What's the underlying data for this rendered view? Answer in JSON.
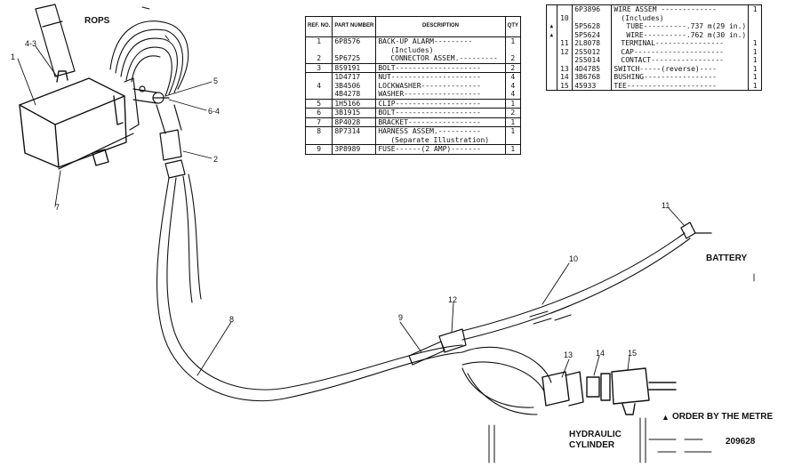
{
  "labels": {
    "rops": "ROPS",
    "battery": "BATTERY",
    "hydraulic": "HYDRAULIC",
    "cylinder": "CYLINDER",
    "order_note": "ORDER BY THE METRE",
    "order_mark": "▲",
    "drawing_no": "209628"
  },
  "callouts": {
    "c1": "1",
    "c4_3": "4-3",
    "c7": "7",
    "c5": "5",
    "c6_4": "6-4",
    "c2": "2",
    "c8": "8",
    "c9": "9",
    "c12": "12",
    "c10": "10",
    "c11": "11",
    "c13": "13",
    "c14": "14",
    "c15": "15"
  },
  "table_left": {
    "headers": {
      "no": "REF. NO.",
      "part": "PART NUMBER",
      "desc": "DESCRIPTION",
      "qty": "QTY"
    },
    "rows": [
      {
        "no": "1",
        "part": "6P8576",
        "desc": "BACK-UP ALARM---------",
        "qty": "1",
        "indent": 0,
        "sep": true
      },
      {
        "no": "",
        "part": "",
        "desc": "(Includes)",
        "qty": "",
        "indent": 2,
        "sep": false
      },
      {
        "no": "2",
        "part": "5P6725",
        "desc": "CONNECTOR ASSEM.---------",
        "qty": "2",
        "indent": 2,
        "sep": false
      },
      {
        "no": "3",
        "part": "8S9191",
        "desc": "BOLT--------------------",
        "qty": "2",
        "indent": 0,
        "sep": true
      },
      {
        "no": "",
        "part": "1D4717",
        "desc": "NUT---------------------",
        "qty": "4",
        "indent": 0,
        "sep": true
      },
      {
        "no": "4",
        "part": "3B4506",
        "desc": "LOCKWASHER--------------",
        "qty": "4",
        "indent": 0,
        "sep": false
      },
      {
        "no": "",
        "part": "4B4278",
        "desc": "WASHER------------------",
        "qty": "4",
        "indent": 0,
        "sep": false
      },
      {
        "no": "5",
        "part": "1H5166",
        "desc": "CLIP--------------------",
        "qty": "1",
        "indent": 0,
        "sep": true
      },
      {
        "no": "6",
        "part": "3B1915",
        "desc": "BOLT--------------------",
        "qty": "2",
        "indent": 0,
        "sep": true
      },
      {
        "no": "7",
        "part": "8P4028",
        "desc": "BRACKET-----------------",
        "qty": "1",
        "indent": 0,
        "sep": true
      },
      {
        "no": "8",
        "part": "8P7314",
        "desc": "HARNESS ASSEM.----------",
        "qty": "1",
        "indent": 0,
        "sep": true
      },
      {
        "no": "",
        "part": "",
        "desc": "(Separate Illustration)",
        "qty": "",
        "indent": 2,
        "sep": false
      },
      {
        "no": "9",
        "part": "3P8989",
        "desc": "FUSE------(2 AMP)-------",
        "qty": "1",
        "indent": 0,
        "sep": true
      }
    ]
  },
  "table_right": {
    "rows": [
      {
        "mark": "",
        "no": "",
        "part": "6P3896",
        "desc": "WIRE ASSEM -------------",
        "qty": "1",
        "indent": 0
      },
      {
        "mark": "",
        "no": "10",
        "part": "",
        "desc": "(Includes)",
        "qty": "",
        "indent": 1
      },
      {
        "mark": "▲",
        "no": "",
        "part": "5P5628",
        "desc": "TUBE----------.737 m(29 in.)",
        "qty": "",
        "indent": 2
      },
      {
        "mark": "▲",
        "no": "",
        "part": "5P5624",
        "desc": "WIRE----------.762 m(30 in.)",
        "qty": "",
        "indent": 2
      },
      {
        "mark": "",
        "no": "11",
        "part": "2L8078",
        "desc": "TERMINAL----------------",
        "qty": "1",
        "indent": 1
      },
      {
        "mark": "",
        "no": "12",
        "part": "2S5012",
        "desc": "CAP---------------------",
        "qty": "1",
        "indent": 1
      },
      {
        "mark": "",
        "no": "",
        "part": "2S5014",
        "desc": "CONTACT-----------------",
        "qty": "1",
        "indent": 1
      },
      {
        "mark": "",
        "no": "13",
        "part": "4D4785",
        "desc": "SWITCH-----(reverse)----",
        "qty": "1",
        "indent": 0
      },
      {
        "mark": "",
        "no": "14",
        "part": "3B6768",
        "desc": "BUSHING-----------------",
        "qty": "1",
        "indent": 0
      },
      {
        "mark": "",
        "no": "15",
        "part": "45933",
        "desc": "TEE---------------------",
        "qty": "1",
        "indent": 0
      }
    ]
  }
}
